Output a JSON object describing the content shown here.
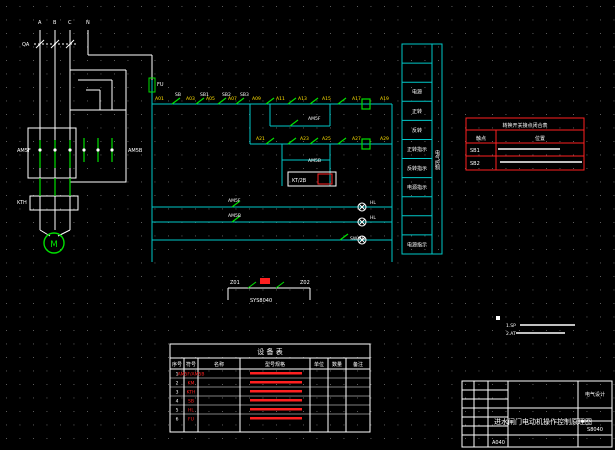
{
  "power": {
    "phase_a": "A",
    "phase_b": "B",
    "phase_c": "C",
    "phase_n": "N",
    "qa_label": "QA",
    "km_left_label": "AM5F",
    "km_right_label": "AM5B",
    "kth_label": "KTH",
    "motor_label": "M"
  },
  "control": {
    "fu_label": "FU",
    "wires": [
      "A01",
      "A03",
      "A05",
      "A07",
      "A09",
      "A11",
      "A13",
      "A15",
      "A17",
      "A19",
      "A21",
      "A23",
      "A25",
      "A27",
      "A29"
    ],
    "sb_labels": [
      "SB",
      "SB1",
      "SB2",
      "SB3"
    ],
    "coil_f": "AM5F",
    "coil_b": "AM5B",
    "relay_label": "KT/2B",
    "lamp_labels": [
      "HL",
      "HL"
    ],
    "sa_label": "SW/AB",
    "contact_f": "AM5F",
    "contact_b": "AM5B"
  },
  "function_column": {
    "cells": [
      "",
      "",
      "电源",
      "正转",
      "反转",
      "正转指示",
      "反转指示",
      "电源指示",
      "",
      "",
      "电源指示"
    ],
    "side_label": "电气控制"
  },
  "switch_table": {
    "title": "转换开关接点闭合表",
    "header": [
      "触点",
      "位置"
    ],
    "rows": [
      [
        "SB1",
        ""
      ],
      [
        "SB2",
        ""
      ]
    ]
  },
  "bottom_element": {
    "left_label": "Z01",
    "right_label": "Z02",
    "caption": "SYS8040"
  },
  "equipment_table": {
    "title": "设 备 表",
    "headers": [
      "序号",
      "符号",
      "名称",
      "型号规格",
      "单位",
      "数量",
      "备注"
    ],
    "rows": [
      [
        "1",
        "AM5F/AM5B",
        "",
        "",
        "",
        "",
        ""
      ],
      [
        "2",
        "KM",
        "",
        "",
        "",
        "",
        ""
      ],
      [
        "3",
        "KTH",
        "",
        "",
        "",
        "",
        ""
      ],
      [
        "4",
        "SB",
        "",
        "",
        "",
        "",
        ""
      ],
      [
        "5",
        "HL",
        "",
        "",
        "",
        "",
        ""
      ],
      [
        "6",
        "FU",
        "",
        "",
        "",
        "",
        ""
      ]
    ]
  },
  "notes": {
    "line1": "1.SP",
    "line2": "2.AT"
  },
  "title_block": {
    "drawing_title": "进水闸门电动机操作控制原理图",
    "code": "S8040",
    "left_code": "A040",
    "company": "电气设计"
  },
  "colors": {
    "background": "#000000",
    "line": "#ffffff",
    "wire_cyan": "#00c8c8",
    "contact_green": "#00e000",
    "red": "#ff2020",
    "yellow": "#ffe000",
    "grid_dot": "#707070"
  }
}
